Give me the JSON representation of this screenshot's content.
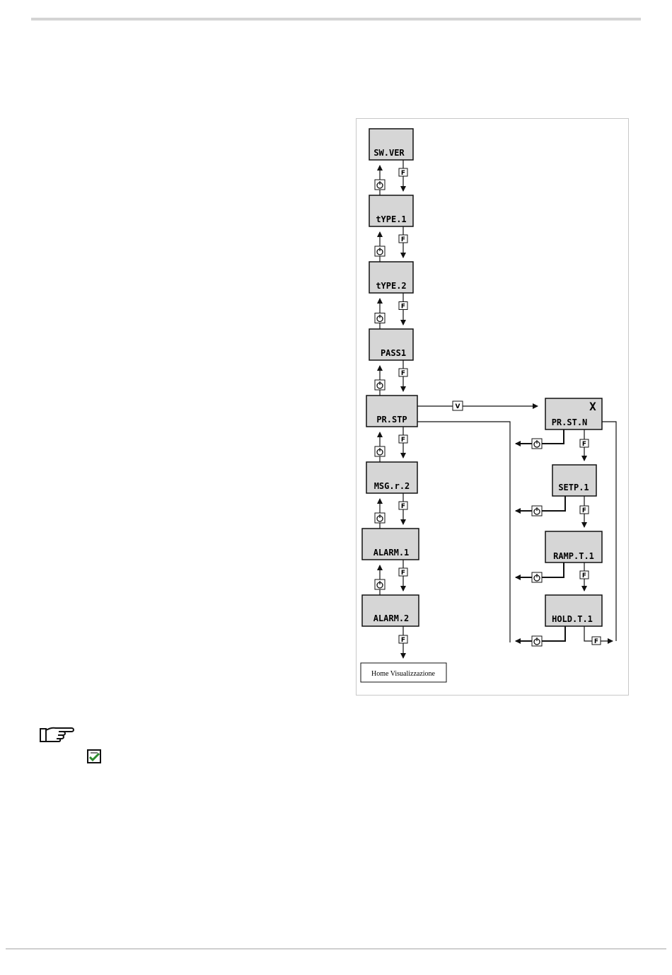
{
  "menu": {
    "main": [
      "SW.VER",
      "tYPE.1",
      "tYPE.2",
      "PASS1",
      "PR.STP",
      "MSG.r.2",
      "ALARM.1",
      "ALARM.2"
    ],
    "sub": [
      "PR.ST.N",
      "SETP.1",
      "RAMP.T.1",
      "HOLD.T.1"
    ],
    "sub_badge": "X",
    "exit_box": "Home Visualizzazione"
  },
  "keys": {
    "forward": "F",
    "enter": "V",
    "back": "power-cycle-icon"
  },
  "icons": {
    "note": "pointing-hand-icon",
    "check": "checkbox-check-icon"
  },
  "colors": {
    "box_fill": "#d6d6d6",
    "line": "#111111",
    "check_green": "#2e8b2e"
  }
}
